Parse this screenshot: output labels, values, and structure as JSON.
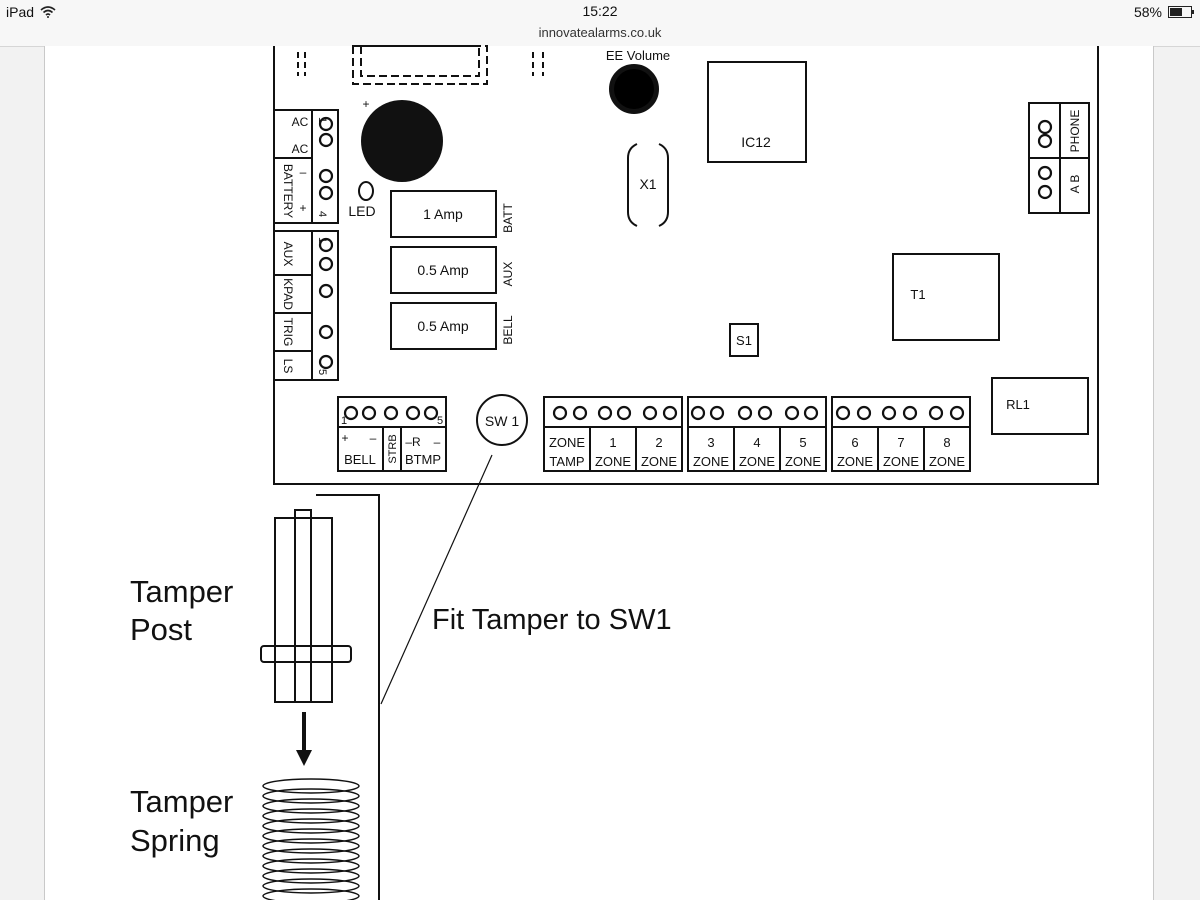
{
  "status_bar": {
    "device": "iPad",
    "time": "15:22",
    "battery_text": "58%",
    "battery_level": 0.58,
    "wifi_icon": "wifi-icon"
  },
  "url_bar": {
    "domain": "innovatealarms.co.uk"
  },
  "diagram": {
    "ee_volume": "EE Volume",
    "ic12": "IC12",
    "x1": "X1",
    "phone": "PHONE",
    "ab": "A B",
    "led": "LED",
    "plus": "+",
    "fuses": [
      {
        "rating": "1 Amp",
        "label": "BATT"
      },
      {
        "rating": "0.5 Amp",
        "label": "AUX"
      },
      {
        "rating": "0.5 Amp",
        "label": "BELL"
      }
    ],
    "t1": "T1",
    "s1": "S1",
    "rl1": "RL1",
    "sw1": "SW 1",
    "left_block_top": {
      "labels": [
        "AC",
        "AC",
        "BATTERY"
      ],
      "signs": [
        "–",
        "+"
      ],
      "pin_first": "1",
      "pin_last": "4"
    },
    "left_block_bottom": {
      "labels": [
        "AUX",
        "KPAD",
        "TRIG",
        "LS"
      ],
      "pin_first": "1",
      "pin_last": "5"
    },
    "bell_block": {
      "pin_first": "1",
      "pin_last": "5",
      "plus": "+",
      "minus": "–",
      "bell": "BELL",
      "strb": "STRB",
      "r_minus": "–R",
      "minus2": "–",
      "btmp": "BTMP"
    },
    "zone_blocks": [
      {
        "cells": [
          [
            "ZONE",
            "TAMP"
          ],
          [
            "1",
            "ZONE"
          ],
          [
            "2",
            "ZONE"
          ]
        ]
      },
      {
        "cells": [
          [
            "3",
            "ZONE"
          ],
          [
            "4",
            "ZONE"
          ],
          [
            "5",
            "ZONE"
          ]
        ]
      },
      {
        "cells": [
          [
            "6",
            "ZONE"
          ],
          [
            "7",
            "ZONE"
          ],
          [
            "8",
            "ZONE"
          ]
        ]
      }
    ],
    "tamper_post": [
      "Tamper",
      "Post"
    ],
    "tamper_spring": [
      "Tamper",
      "Spring"
    ],
    "fit_tamper": "Fit Tamper to SW1"
  }
}
